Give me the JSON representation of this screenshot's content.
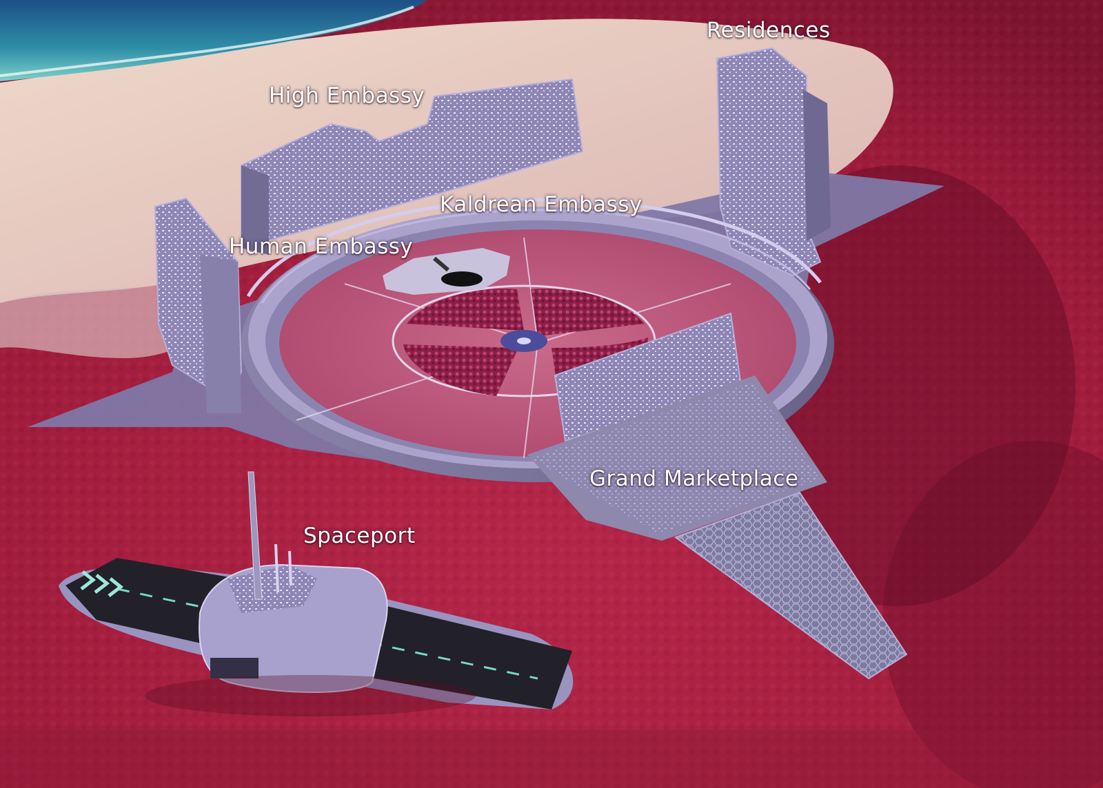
{
  "map": {
    "labels": {
      "residences": "Residences",
      "high_embassy": "High Embassy",
      "kaldrean_embassy": "Kaldrean Embassy",
      "human_embassy": "Human Embassy",
      "grand_marketplace": "Grand Marketplace",
      "spaceport": "Spaceport"
    },
    "colors": {
      "ocean": "#1f5f8a",
      "beach": "#e6cfc3",
      "forest": "#a8203e",
      "structure": "#9b93b8",
      "plaza": "#c2587c"
    }
  }
}
